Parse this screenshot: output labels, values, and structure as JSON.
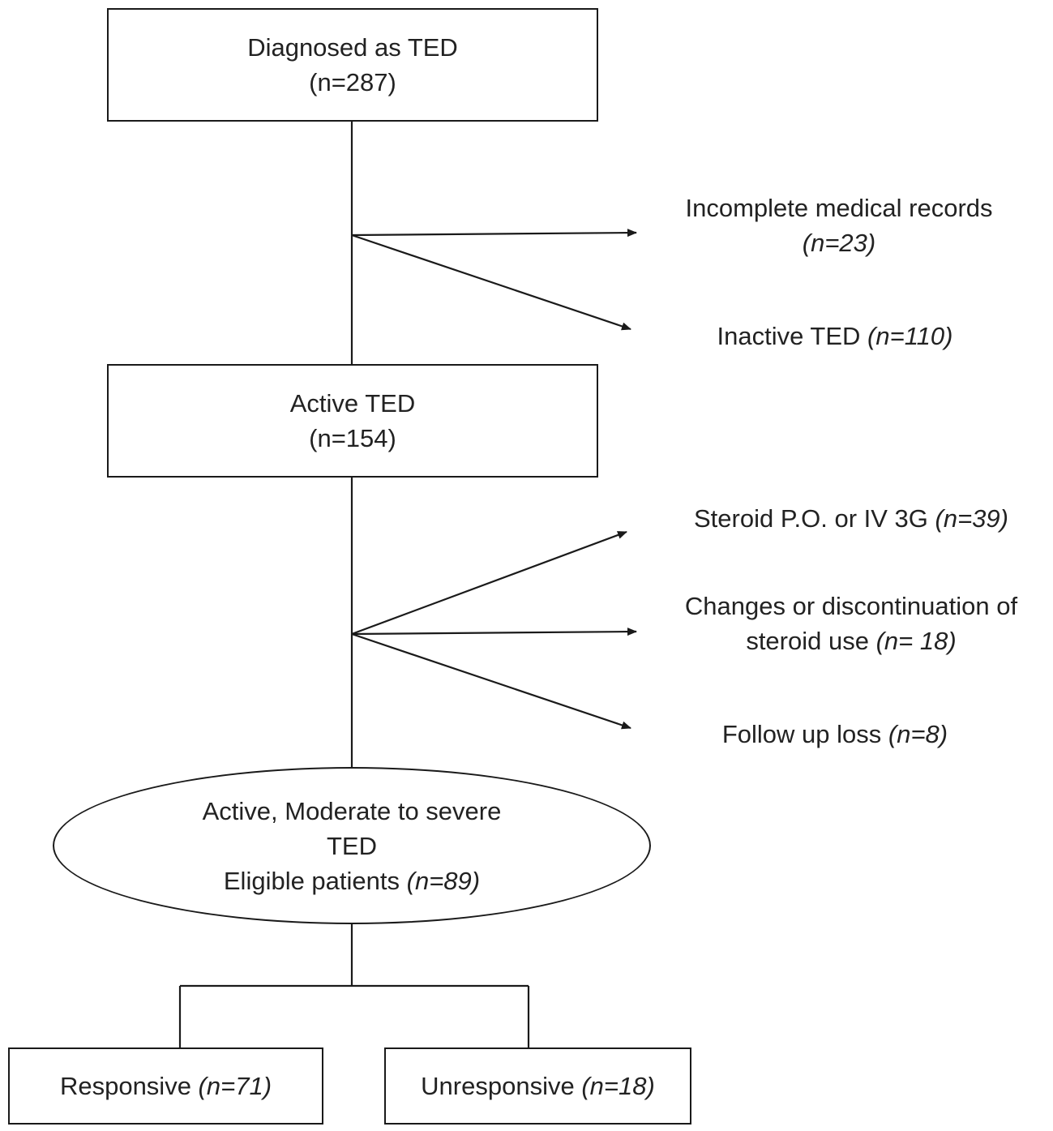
{
  "nodes": {
    "diagnosed": {
      "line1": "Diagnosed as TED",
      "line2": "(n=287)"
    },
    "active": {
      "line1": "Active TED",
      "line2": "(n=154)"
    },
    "eligible": {
      "line1": "Active, Moderate to severe",
      "line2": "TED",
      "line3": "Eligible patients ",
      "count": "(n=89)"
    },
    "responsive": {
      "label": "Responsive ",
      "count": "(n=71)"
    },
    "unresponsive": {
      "label": "Unresponsive ",
      "count": "(n=18)"
    }
  },
  "exclusions_1": [
    {
      "label": "Incomplete medical records",
      "count": "(n=23)"
    },
    {
      "label": "Inactive TED ",
      "count": "(n=110)"
    }
  ],
  "exclusions_2": [
    {
      "label": "Steroid P.O. or  IV 3G ",
      "count": "(n=39)"
    },
    {
      "line1": "Changes or discontinuation of",
      "line2": "steroid use ",
      "count": "(n= 18)"
    },
    {
      "label": "Follow up loss ",
      "count": "(n=8)"
    }
  ]
}
